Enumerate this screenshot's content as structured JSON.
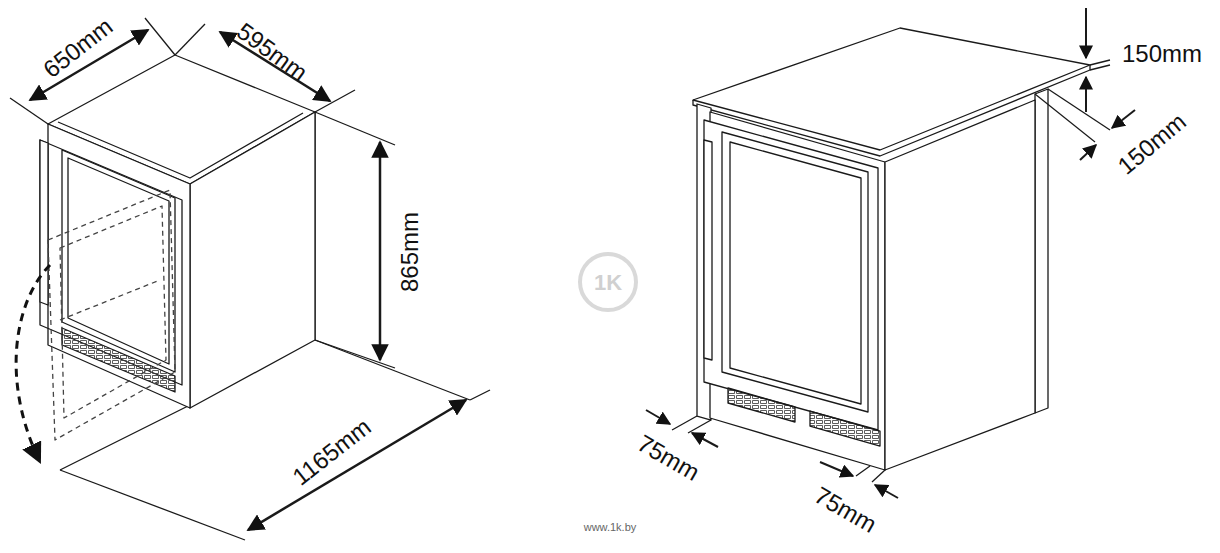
{
  "diagram": {
    "labels": [
      "650mm",
      "595mm",
      "865mm",
      "1165mm",
      "150mm",
      "150mm",
      "75mm",
      "75mm",
      "1K",
      "www.1k.by"
    ]
  }
}
